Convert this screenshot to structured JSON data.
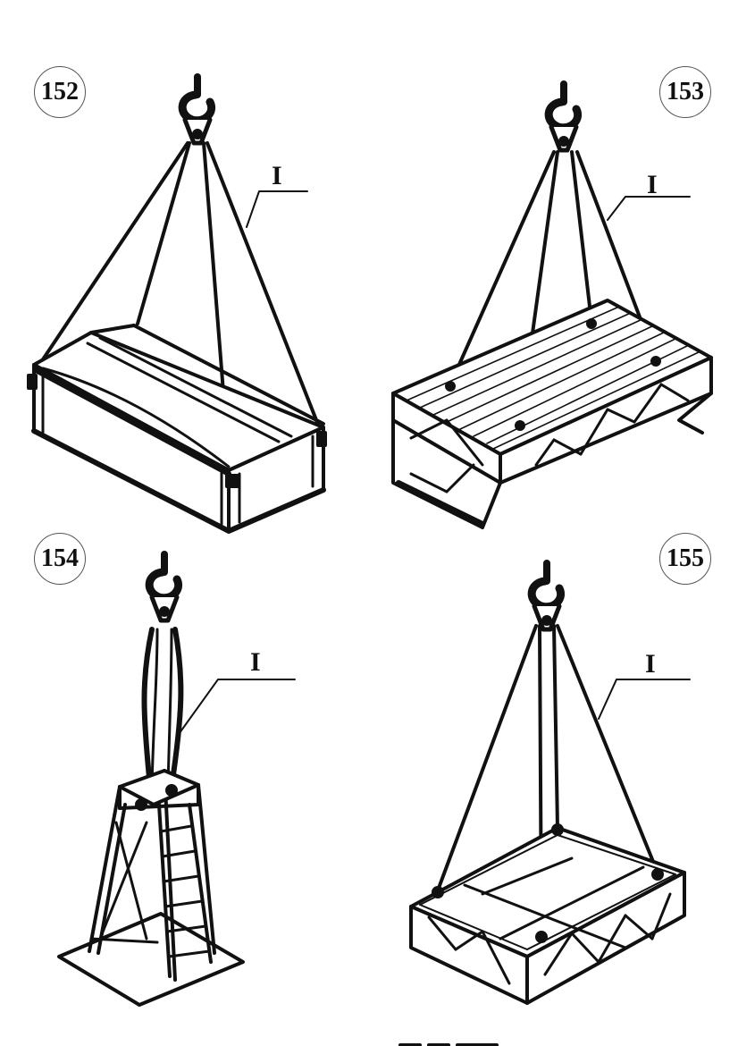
{
  "figures": [
    {
      "number": "152",
      "label": "I",
      "object": "box-container-with-roof"
    },
    {
      "number": "153",
      "label": "I",
      "object": "truss-platform-with-deck"
    },
    {
      "number": "154",
      "label": "I",
      "object": "lattice-tower-with-ladder"
    },
    {
      "number": "155",
      "label": "I",
      "object": "steel-truss-frame"
    }
  ],
  "icons": [
    "crane-hook-icon"
  ],
  "colors": {
    "ink": "#111111",
    "paper": "#ffffff"
  }
}
